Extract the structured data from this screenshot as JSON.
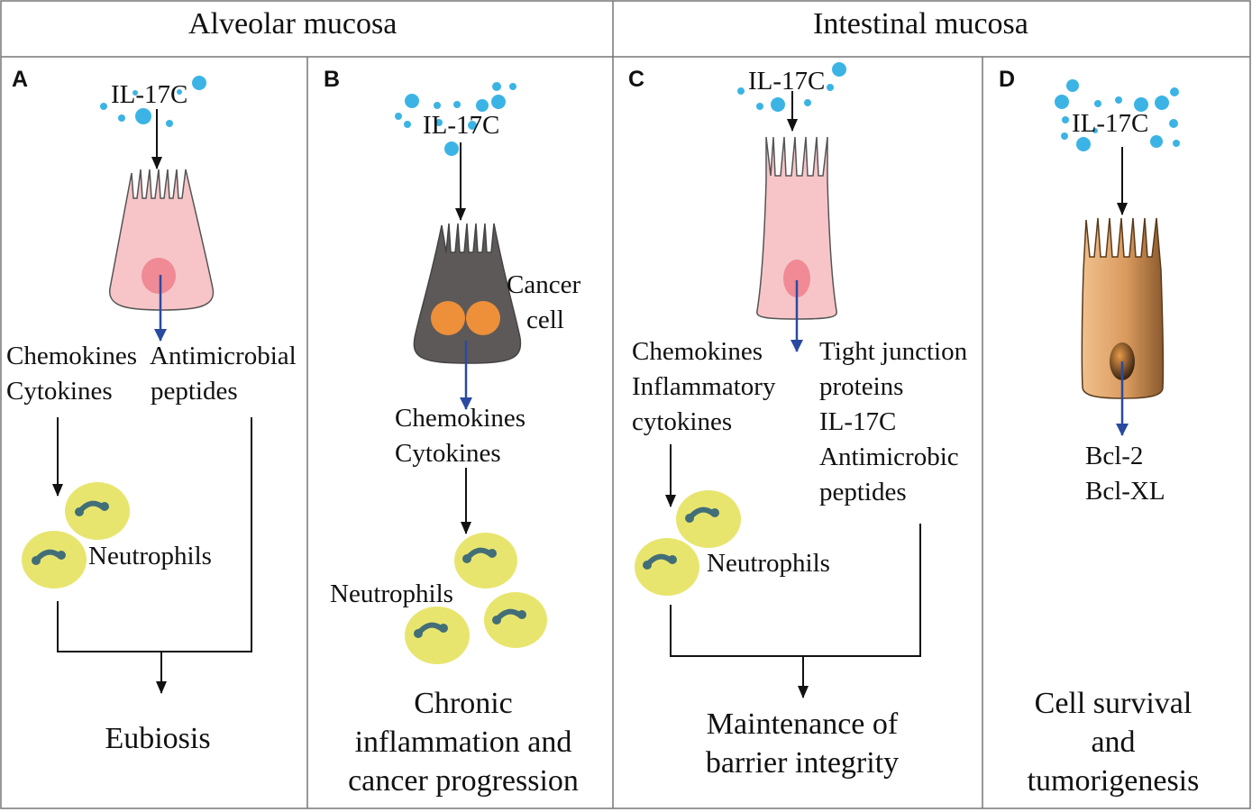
{
  "header": {
    "left": "Alveolar mucosa",
    "right": "Intestinal mucosa"
  },
  "panels": {
    "A": {
      "letter": "A",
      "signal": "IL-17C",
      "left_products": [
        "Chemokines",
        "Cytokines"
      ],
      "right_products": [
        "Antimicrobial",
        "peptides"
      ],
      "cell": "Neutrophils",
      "outcome": [
        "Eubiosis"
      ]
    },
    "B": {
      "letter": "B",
      "signal": "IL-17C",
      "cell_label": [
        "Cancer",
        "cell"
      ],
      "products": [
        "Chemokines",
        "Cytokines"
      ],
      "cell": "Neutrophils",
      "outcome": [
        "Chronic",
        "inflammation and",
        "cancer progression"
      ]
    },
    "C": {
      "letter": "C",
      "signal": "IL-17C",
      "left_products": [
        "Chemokines",
        "Inflammatory",
        "cytokines"
      ],
      "right_products": [
        "Tight junction",
        "proteins",
        "IL-17C",
        "Antimicrobic",
        "peptides"
      ],
      "cell": "Neutrophils",
      "outcome": [
        "Maintenance of",
        "barrier integrity"
      ]
    },
    "D": {
      "letter": "D",
      "signal": "IL-17C",
      "products": [
        "Bcl-2",
        "Bcl-XL"
      ],
      "outcome": [
        "Cell survival",
        "and",
        "tumorigenesis"
      ]
    }
  },
  "colors": {
    "dots": "#3bb4e5",
    "epithelial_cell": "#f7c5c8",
    "nucleus": "#ee7f8c",
    "cancer_cell": "#5d5958",
    "cancer_nucleus": "#ee8f3a",
    "tumor_cell": "#d99a5e",
    "neutrophil": "#e8e56f",
    "neutrophil_nucleus": "#426e78",
    "blue_arrow": "#2a4aa0",
    "border": "#777777"
  }
}
